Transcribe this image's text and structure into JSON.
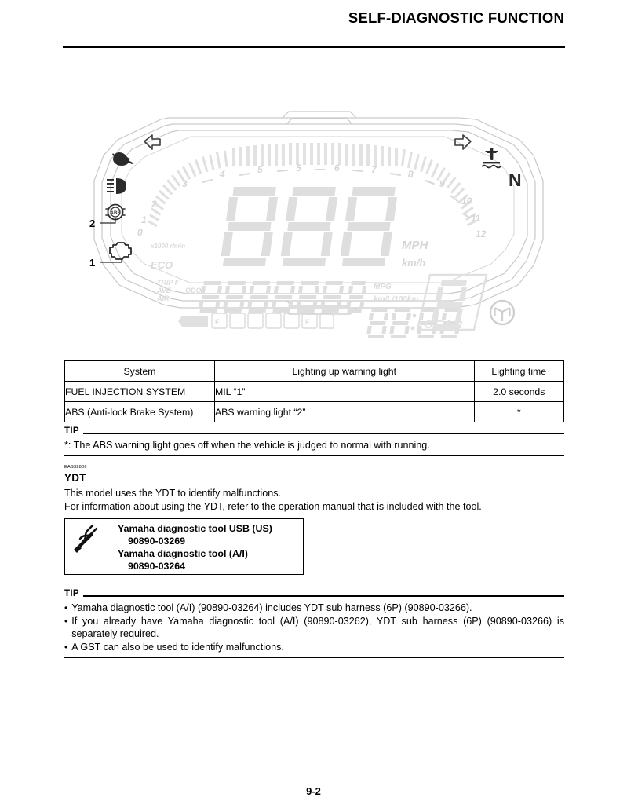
{
  "header": {
    "title": "SELF-DIAGNOSTIC FUNCTION"
  },
  "figure": {
    "name": "instrument-cluster-meter-assembly",
    "callouts": [
      {
        "number": "1",
        "points_to": "mil-engine-warning-icon"
      },
      {
        "number": "2",
        "points_to": "abs-warning-icon"
      }
    ],
    "display_labels": {
      "tach_scale": [
        "0",
        "1",
        "2",
        "3",
        "4",
        "5",
        "6",
        "7",
        "8",
        "9",
        "10",
        "11",
        "12"
      ],
      "tach_unit": "x1000 r/min",
      "speed_digits": "888",
      "speed_unit_mph": "MPH",
      "speed_unit_kmh": "km/h",
      "eco": "ECO",
      "trip": "TRIP F",
      "ave": "AVE",
      "odo": "ODO",
      "air": "AIR",
      "mpg": "MPG",
      "consumption_unit": "km/L/100km",
      "odometer_digits": "8888888",
      "fuel_empty": "E",
      "fuel_full": "F",
      "clock": "18:88",
      "gear_digit": "8",
      "gear_label": "GEAR",
      "neutral": "N"
    },
    "indicator_icons": [
      "left-turn-signal-icon",
      "oil-pressure-warning-icon",
      "high-beam-icon",
      "abs-warning-icon",
      "mil-engine-warning-icon",
      "right-turn-signal-icon",
      "coolant-temperature-warning-icon",
      "neutral-indicator-icon",
      "yamaha-logo-icon"
    ]
  },
  "table": {
    "headers": [
      "System",
      "Lighting up warning light",
      "Lighting time"
    ],
    "rows": [
      {
        "system": "FUEL INJECTION SYSTEM",
        "light": "MIL “1”",
        "time": "2.0 seconds"
      },
      {
        "system": "ABS (Anti-lock Brake System)",
        "light": "ABS warning light “2”",
        "time": "*"
      }
    ]
  },
  "tip_abs": {
    "label": "TIP",
    "text": "*: The ABS warning light goes off when the vehicle is judged to normal with running."
  },
  "ydt": {
    "eas_code": "EAS32806",
    "heading": "YDT",
    "line1": "This model uses the YDT to identify malfunctions.",
    "line2": "For information about using the YDT, refer to the operation manual that is included with the tool."
  },
  "tool_box": {
    "icon": "special-tool-icon",
    "line1": "Yamaha diagnostic tool USB (US)",
    "number1": "90890-03269",
    "line2": "Yamaha diagnostic tool (A/I)",
    "number2": "90890-03264"
  },
  "tip_tools": {
    "label": "TIP",
    "bullet_char": "•",
    "items": [
      "Yamaha diagnostic tool (A/I) (90890-03264) includes YDT sub harness (6P) (90890-03266).",
      "If you already have Yamaha diagnostic tool (A/I) (90890-03262), YDT sub harness (6P) (90890-03266) is separately required.",
      "A GST can also be used to identify malfunctions."
    ]
  },
  "footer": {
    "page_number": "9-2"
  }
}
